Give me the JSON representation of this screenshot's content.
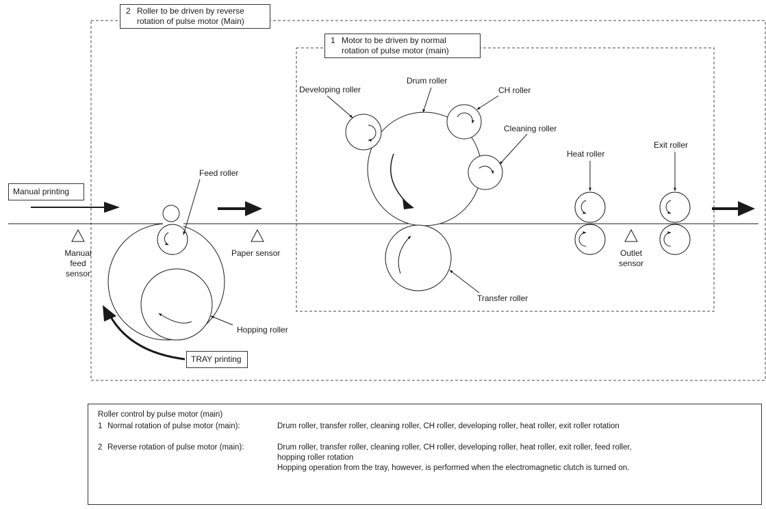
{
  "callouts": {
    "reverse": {
      "num": "2",
      "line1": "Roller to be driven by reverse",
      "line2": "rotation of pulse motor (Main)"
    },
    "normal": {
      "num": "1",
      "line1": "Motor to be driven by normal",
      "line2": "rotation of pulse motor (main)"
    }
  },
  "inputs": {
    "manual_printing": "Manual printing",
    "tray_printing": "TRAY printing"
  },
  "rollers": {
    "developing": "Developing roller",
    "drum": "Drum roller",
    "ch": "CH roller",
    "cleaning": "Cleaning roller",
    "heat": "Heat roller",
    "exit": "Exit roller",
    "feed": "Feed roller",
    "transfer": "Transfer roller",
    "hopping": "Hopping roller"
  },
  "sensors": {
    "manual_feed": {
      "line1": "Manual",
      "line2": "feed",
      "line3": "sensor"
    },
    "paper": "Paper sensor",
    "outlet": {
      "line1": "Outlet",
      "line2": "sensor"
    }
  },
  "control": {
    "title": "Roller control by pulse motor (main)",
    "rows": [
      {
        "num": "1",
        "name": "Normal rotation of pulse motor (main):",
        "desc": [
          "Drum roller, transfer roller, cleaning roller, CH roller, developing roller, heat roller, exit roller rotation"
        ]
      },
      {
        "num": "2",
        "name": "Reverse rotation of pulse motor (main):",
        "desc": [
          "Drum roller, transfer roller, cleaning roller, CH roller, developing roller, heat roller, exit roller, feed roller,",
          "hopping roller rotation",
          "Hopping operation from the tray, however, is performed when the electromagnetic clutch is turned on."
        ]
      }
    ]
  }
}
